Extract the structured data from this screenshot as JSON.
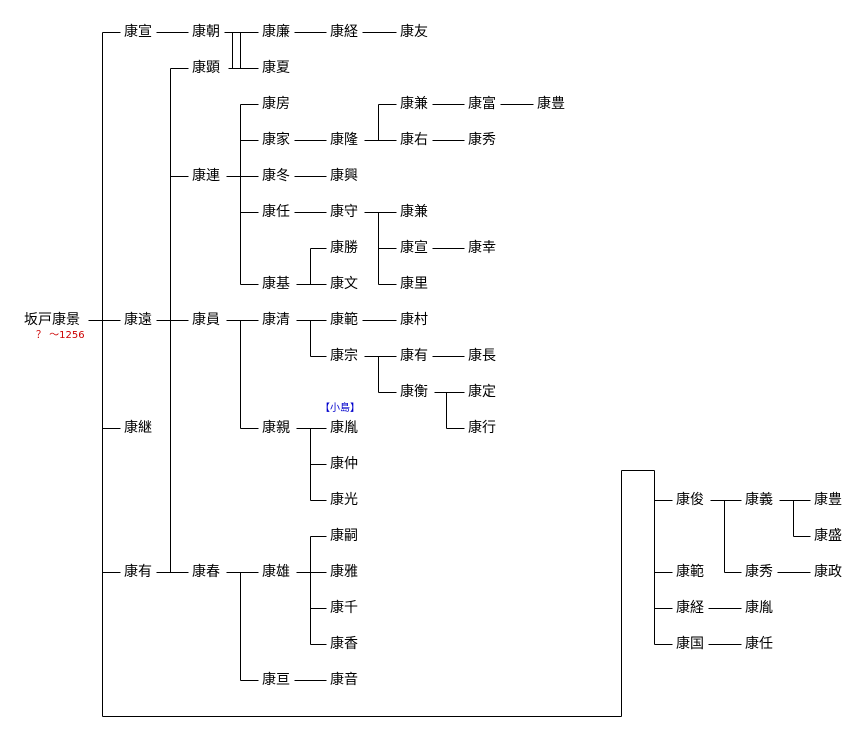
{
  "colors": {
    "line": "#000000",
    "text": "#000000",
    "note_red": "#cc0000",
    "note_blue": "#0000cc"
  },
  "nodes": {
    "root": "坂戸康景",
    "yasunobu": "康宣",
    "yasutomo_a": "康朝",
    "yasukado": "康廉",
    "yasutsune_a": "康経",
    "yasutomo_b": "康友",
    "yasuaki": "康顕",
    "yasunatsu": "康夏",
    "yasufusa": "康房",
    "yasuie": "康家",
    "yasutaka": "康隆",
    "yasukane_a": "康兼",
    "yasutomi": "康富",
    "yasutoyo_a": "康豊",
    "yasusuke": "康右",
    "yasuhide_a": "康秀",
    "yasutsura": "康連",
    "yasufuyu": "康冬",
    "yasuoki": "康興",
    "yasutou": "康任",
    "yasumori": "康守",
    "yasukane_b": "康兼",
    "yasukatsu": "康勝",
    "yasunobu_b": "康宣",
    "yasuyuki_a": "康幸",
    "yasumoto": "康基",
    "yasufumi": "康文",
    "yasusato": "康里",
    "yasutoo": "康遠",
    "yasukazu": "康員",
    "yasukiyo": "康清",
    "yasunori_a": "康範",
    "yasumura": "康村",
    "yasumune": "康宗",
    "yasuari_b": "康有",
    "yasunaga": "康長",
    "yasuhira": "康衡",
    "yasusada": "康定",
    "yasuyuki_b": "康行",
    "yasuchika": "康親",
    "yasutane_a": "康胤",
    "yasunaka": "康仲",
    "yasumitsu": "康光",
    "yasutsugu": "康継",
    "yasuari": "康有",
    "yasuharu": "康春",
    "yasuo": "康雄",
    "yasutsugu_b": "康嗣",
    "yasumasa_a": "康雅",
    "yasusen": "康千",
    "yasuka": "康香",
    "yasunobu_c": "康亘",
    "yasuoto": "康音",
    "yasutoshi": "康俊",
    "yasuyoshi": "康義",
    "yasutoyo_b": "康豊",
    "yasumori_b": "康盛",
    "yasunori_b": "康範",
    "yasuhide_b": "康秀",
    "yasumasa_b": "康政",
    "yasutsune_b": "康経",
    "yasutane_b": "康胤",
    "yasukuni": "康国",
    "yasutou_b": "康任"
  },
  "notes": {
    "root_dates": "？ 〜1256",
    "kojima": "【小島】"
  }
}
